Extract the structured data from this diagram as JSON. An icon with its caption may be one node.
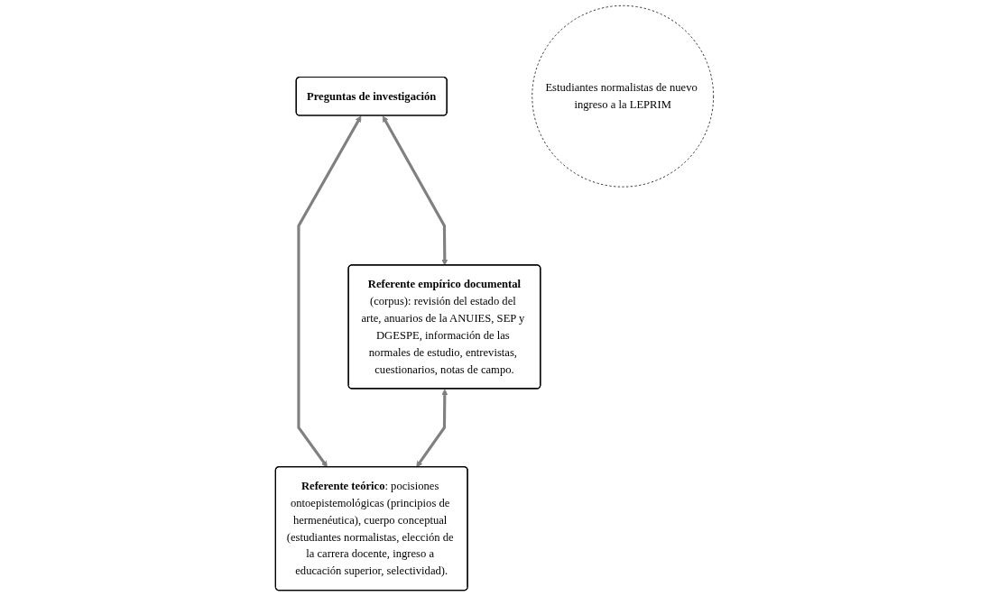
{
  "diagram": {
    "nodes": [
      {
        "text": [
          "Preguntas de investigación"
        ]
      },
      {
        "text": [
          "Referente empírico documental",
          "(corpus): revisión del estado del arte, anuarios de la ANUIES, SEP y DGESPE, información de las normales de estudio, entrevistas, cuestionarios, notas de campo."
        ]
      },
      {
        "text": [
          "**Referente teórico**: pocisiones ontoepistemológicas (principios de hermenéutica), cuerpo conceptual (estudiantes normalistas, elección de la carrera docente, ingreso a educación superior, selectividad)."
        ]
      },
      {
        "text": [
          "Estudiantes normalistas de nuevo ingreso a la LEPRIM"
        ]
      }
    ],
    "edges": [
      {
        "from": 0,
        "to": 1,
        "arrow": "both"
      },
      {
        "from": 0,
        "to": 2,
        "arrow": "both"
      },
      {
        "from": 1,
        "to": 2,
        "arrow": "both"
      }
    ]
  }
}
